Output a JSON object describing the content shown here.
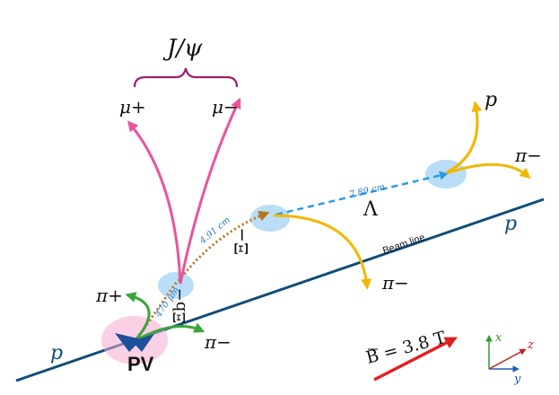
{
  "labels": {
    "jpsi": "J/ψ",
    "mu_plus": "μ+",
    "mu_minus": "μ−",
    "p_top": "p",
    "pi_minus_lambda": "π−",
    "lambda": "Λ",
    "p_beam_right": "p",
    "xi_minus": "Ξ−",
    "pi_minus_xi": "π−",
    "xi_b": "Ξb−",
    "pi_plus": "π+",
    "pi_minus_pv": "π−",
    "p_beam_left": "p",
    "pv": "PV",
    "beam_line": "Beam line",
    "dist_xib": "470 μm",
    "dist_xi": "4.91 cm",
    "dist_lambda": "7.89 cm",
    "bfield": "B = 3.8 T",
    "axis_x": "x",
    "axis_y": "y",
    "axis_z": "z"
  },
  "colors": {
    "muon": "#e8559b",
    "pion": "#f2b700",
    "pion_pv": "#3aa53a",
    "xi_b_track": "#b5761a",
    "lambda_track": "#2a9ae8",
    "beam": "#0e4d7a",
    "vertex": "#a9d6f5",
    "pv_ellipse": "#f5a9cf",
    "bracket": "#a0206e",
    "bfield": "#e02020",
    "arrow_head": "#1c4f9c"
  }
}
